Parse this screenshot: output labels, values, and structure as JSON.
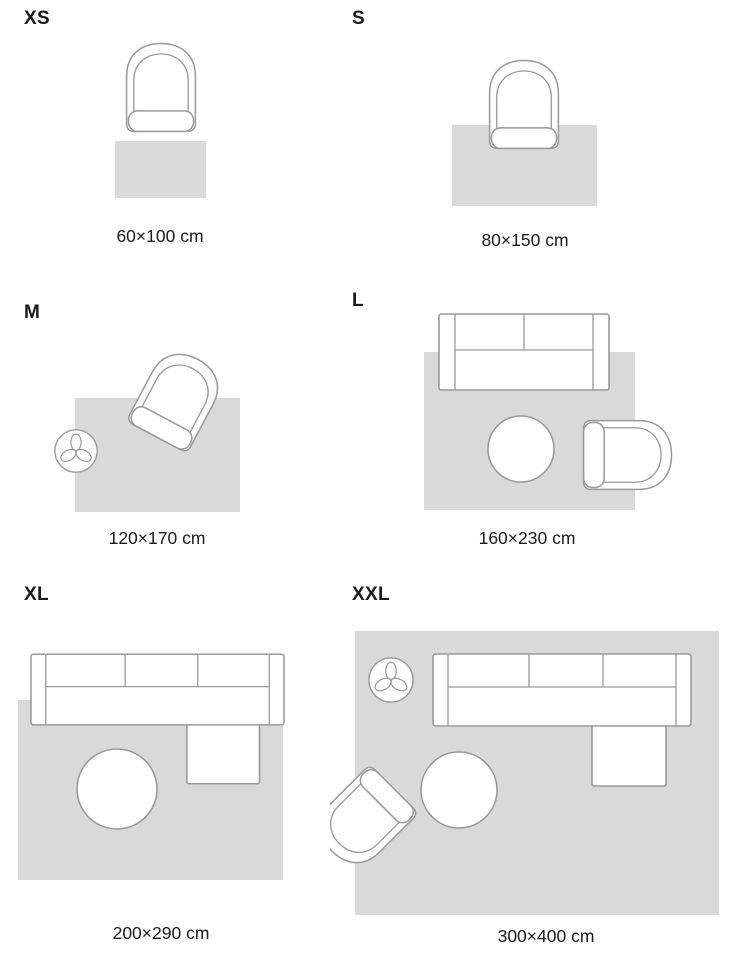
{
  "colors": {
    "rug": "#d9d9d9",
    "outline": "#9a9a9a",
    "text": "#1a1a1a",
    "background": "#ffffff"
  },
  "sizes": [
    {
      "id": "xs",
      "label": "XS",
      "dimensions": "60×100 cm"
    },
    {
      "id": "s",
      "label": "S",
      "dimensions": "80×150 cm"
    },
    {
      "id": "m",
      "label": "M",
      "dimensions": "120×170 cm"
    },
    {
      "id": "l",
      "label": "L",
      "dimensions": "160×230 cm"
    },
    {
      "id": "xl",
      "label": "XL",
      "dimensions": "200×290 cm"
    },
    {
      "id": "xxl",
      "label": "XXL",
      "dimensions": "300×400 cm"
    }
  ]
}
